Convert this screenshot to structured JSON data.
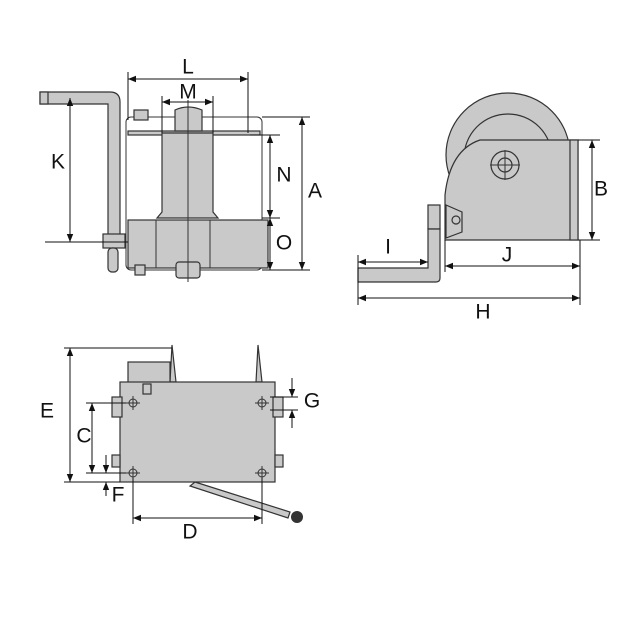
{
  "colors": {
    "part_fill": "#c9c9c9",
    "outline": "#333333",
    "dimension": "#111111"
  },
  "views": {
    "front": {
      "labels": {
        "L": "L",
        "M": "M",
        "K": "K",
        "N": "N",
        "A": "A",
        "O": "O"
      }
    },
    "side": {
      "labels": {
        "B": "B",
        "I": "I",
        "J": "J",
        "H": "H"
      }
    },
    "bottom": {
      "labels": {
        "E": "E",
        "C": "C",
        "F": "F",
        "G": "G",
        "D": "D"
      }
    }
  }
}
